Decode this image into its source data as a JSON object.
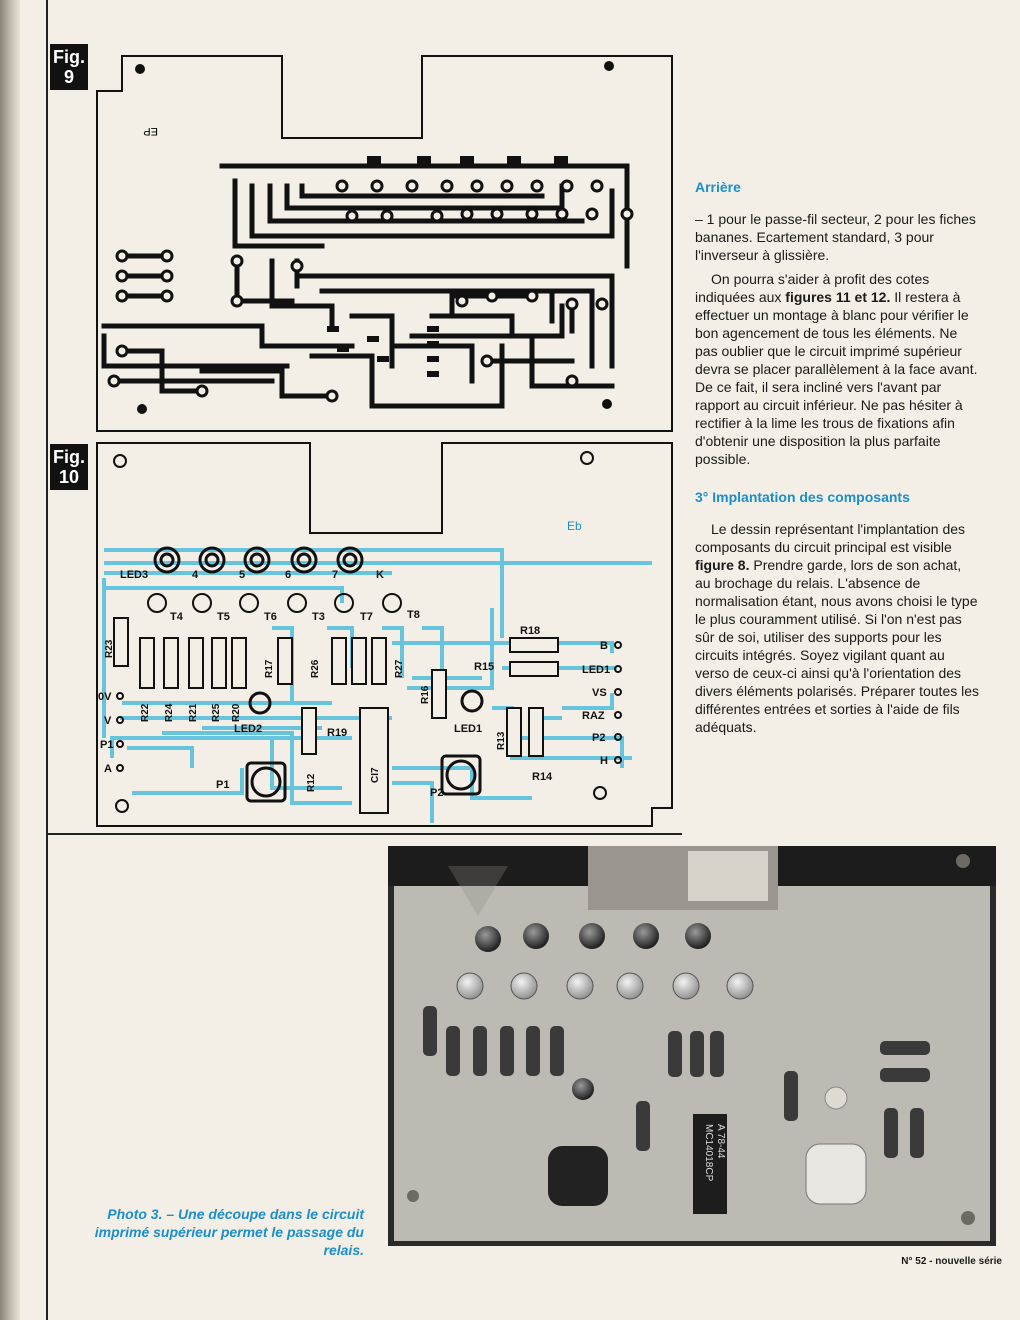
{
  "figures": {
    "fig9": {
      "tag_line1": "Fig.",
      "tag_line2": "9",
      "board_mark": "EP"
    },
    "fig10": {
      "tag_line1": "Fig.",
      "tag_line2": "10",
      "board_mark": "Eb",
      "labels": {
        "led3": "LED3",
        "n4": "4",
        "n5": "5",
        "n6": "6",
        "n7": "7",
        "k": "K",
        "t4": "T4",
        "t5": "T5",
        "t6": "T6",
        "t3": "T3",
        "t7": "T7",
        "t8": "T8",
        "r23": "R23",
        "r22": "R22",
        "r24": "R24",
        "r21": "R21",
        "r25": "R25",
        "r20": "R20",
        "r17": "R17",
        "r26": "R26",
        "r19": "R19",
        "r27": "R27",
        "r16": "R16",
        "r18": "R18",
        "r15": "R15",
        "r13": "R13",
        "r14": "R14",
        "r12": "R12",
        "led2": "LED2",
        "led1": "LED1",
        "ci7": "CI7",
        "p1": "P1",
        "p2": "P2",
        "ov": "0V",
        "v": "V",
        "p1pad": "P1",
        "a": "A",
        "b": "B",
        "led1pad": "LED1",
        "vs": "VS",
        "raz": "RAZ",
        "p2pad": "P2",
        "h": "H"
      }
    }
  },
  "article": {
    "arriere_title": "Arrière",
    "arriere_text": "– 1 pour le passe-fil secteur, 2 pour les fiches bananes. Ecartement standard, 3 pour l'inverseur à glissière.",
    "para2_a": "On pourra s'aider à profit des cotes indiquées aux ",
    "para2_b": "figures 11 et 12.",
    "para2_c": " Il restera à effectuer un montage à blanc pour vérifier le bon agencement de tous les éléments. Ne pas oublier que le circuit imprimé supérieur devra se placer parallèlement à la face avant. De ce fait, il sera incliné vers l'avant par rapport au circuit inférieur. Ne pas hésiter à rectifier à la lime les trous de fixations afin d'obtenir une disposition la plus parfaite possible.",
    "sec3_title": "3° Implantation des composants",
    "para3_a": "Le dessin représentant l'implantation des composants du circuit principal est visible ",
    "para3_b": "figure 8.",
    "para3_c": " Prendre garde, lors de son achat, au brochage du relais. L'absence de normalisation étant, nous avons choisi le type le plus couramment utilisé. Si l'on n'est pas sûr de soi, utiliser des supports pour les circuits intégrés. Soyez vigilant quant au verso de ceux-ci ainsi qu'à l'orientation des divers éléments polarisés. Préparer toutes les différentes entrées et sorties à l'aide de fils adéquats."
  },
  "photo": {
    "chip_line1": "MC14018CP",
    "chip_line2": "A 78-44",
    "caption": "Photo 3. – Une découpe dans le circuit imprimé supérieur permet le passage du relais."
  },
  "footer": {
    "page_number": "N° 52 - nouvelle série"
  },
  "colors": {
    "accent": "#1a8fc9",
    "trace": "#5fc3dc",
    "ink": "#111111"
  }
}
